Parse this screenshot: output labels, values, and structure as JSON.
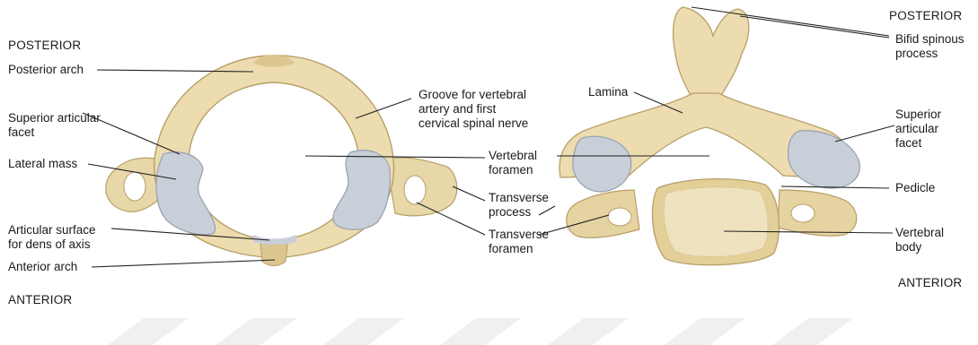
{
  "colors": {
    "bone": "#eadbb2",
    "bone_shadow": "#c9b47f",
    "bone_dark": "#a89260",
    "facet": "#c9d0d9",
    "facet_edge": "#9aa4b0",
    "leader": "#222222",
    "watermark": "#efefef"
  },
  "atlas": {
    "orientation_top": "POSTERIOR",
    "orientation_bottom": "ANTERIOR",
    "labels": {
      "posterior_arch": "Posterior arch",
      "superior_articular_facet_1": "Superior articular",
      "superior_articular_facet_2": "facet",
      "lateral_mass": "Lateral mass",
      "articular_surface_1": "Articular surface",
      "articular_surface_2": "for dens of axis",
      "anterior_arch": "Anterior arch",
      "groove_1": "Groove for vertebral",
      "groove_2": "artery and first",
      "groove_3": "cervical spinal nerve",
      "vertebral_foramen_1": "Vertebral",
      "vertebral_foramen_2": "foramen",
      "transverse_process_1": "Transverse",
      "transverse_process_2": "process",
      "transverse_foramen_1": "Transverse",
      "transverse_foramen_2": "foramen"
    }
  },
  "cervical": {
    "orientation_top": "POSTERIOR",
    "orientation_bottom": "ANTERIOR",
    "labels": {
      "bifid_1": "Bifid spinous",
      "bifid_2": "process",
      "lamina": "Lamina",
      "superior_facet_1": "Superior",
      "superior_facet_2": "articular",
      "superior_facet_3": "facet",
      "pedicle": "Pedicle",
      "vertebral_body_1": "Vertebral",
      "vertebral_body_2": "body"
    }
  }
}
